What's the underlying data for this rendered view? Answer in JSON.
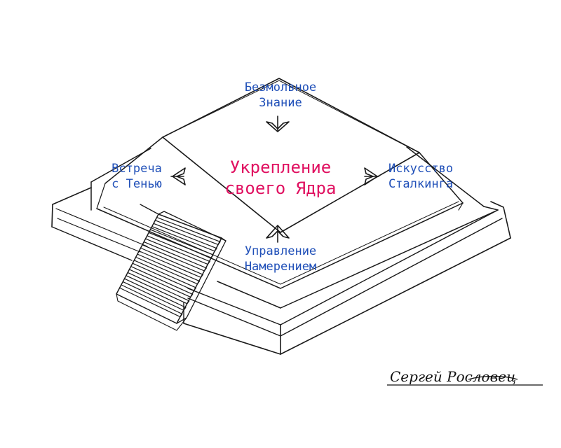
{
  "palette": {
    "label_color": "#1f4fb8",
    "center_color": "#e01060",
    "line_color": "#1a1a1a"
  },
  "labels": {
    "top": [
      "Безмолвное",
      "Знание"
    ],
    "left": [
      "Встреча",
      "с Тенью"
    ],
    "right": [
      "Искусство",
      "Сталкинга"
    ],
    "bottom": [
      "Управление",
      "Намерением"
    ],
    "center": [
      "Укрепление",
      "своего Ядра"
    ]
  },
  "signature": "Сергей Рослoвец"
}
